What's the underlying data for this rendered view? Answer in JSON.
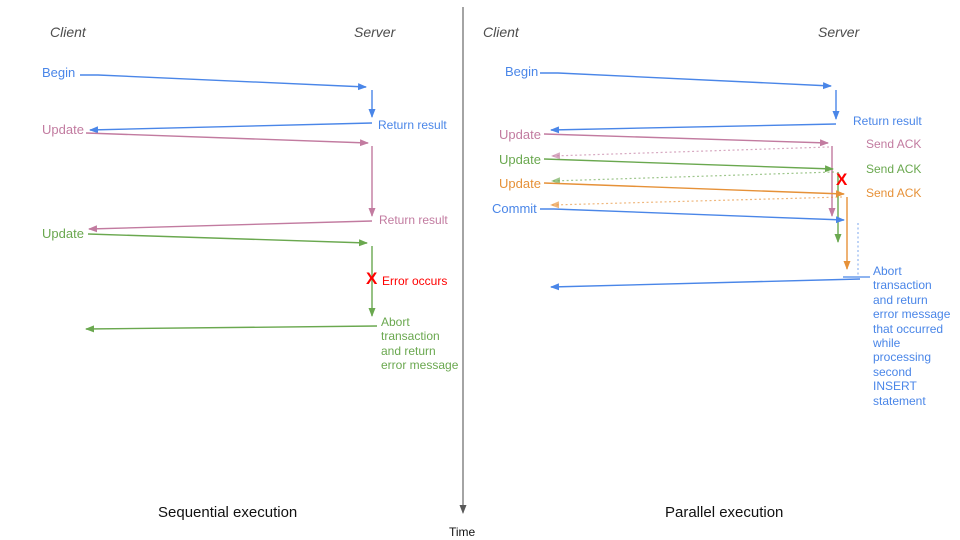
{
  "colors": {
    "blue": "#4a86e8",
    "pink": "#c27ba0",
    "green": "#6aa84f",
    "orange": "#e69138",
    "red": "#ff0000",
    "axis_gray": "#595959"
  },
  "time_axis": {
    "label": "Time"
  },
  "left_panel": {
    "caption": "Sequential execution",
    "client_header": "Client",
    "server_header": "Server",
    "begin_label": "Begin",
    "return_result_1": "Return result",
    "update_1": "Update",
    "return_result_2": "Return result",
    "update_2": "Update",
    "error_x": "X",
    "error_occurs": "Error occurs",
    "abort_message": "Abort\ntransaction\nand return\nerror message"
  },
  "right_panel": {
    "caption": "Parallel execution",
    "client_header": "Client",
    "server_header": "Server",
    "begin_label": "Begin",
    "return_result": "Return result",
    "update_1": "Update",
    "send_ack_1": "Send ACK",
    "update_2": "Update",
    "send_ack_2": "Send ACK",
    "update_3": "Update",
    "send_ack_3": "Send ACK",
    "commit_label": "Commit",
    "error_x": "X",
    "abort_message": "Abort\ntransaction\nand return\nerror message\nthat occurred\nwhile\nprocessing\nsecond\nINSERT\nstatement"
  }
}
